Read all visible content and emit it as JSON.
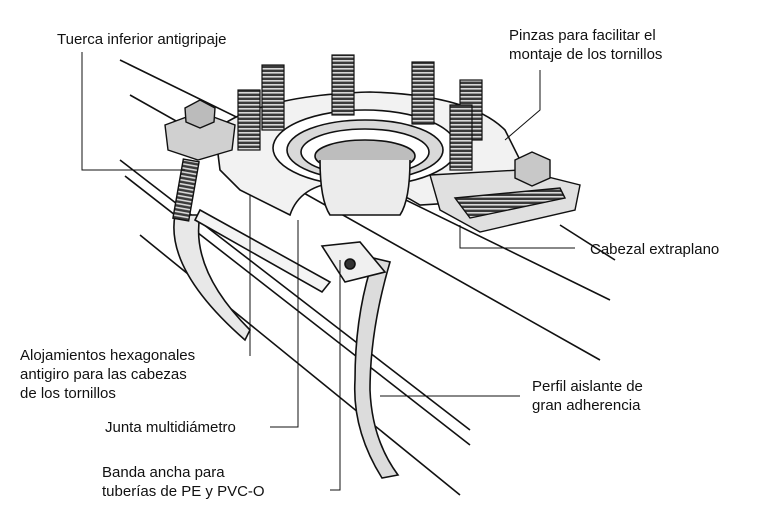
{
  "labels": {
    "tuerca": [
      "Tuerca inferior antigripaje"
    ],
    "pinzas": [
      "Pinzas para facilitar el",
      "montaje de los tornillos"
    ],
    "cabezal": [
      "Cabezal extraplano"
    ],
    "alojamientos": [
      "Alojamientos hexagonales",
      "antigiro para las cabezas",
      "de los tornillos"
    ],
    "perfil": [
      "Perfil aislante de",
      "gran adherencia"
    ],
    "junta": [
      "Junta multidiámetro"
    ],
    "banda": [
      "Banda ancha para",
      "tuberías de PE y PVC-O"
    ]
  }
}
